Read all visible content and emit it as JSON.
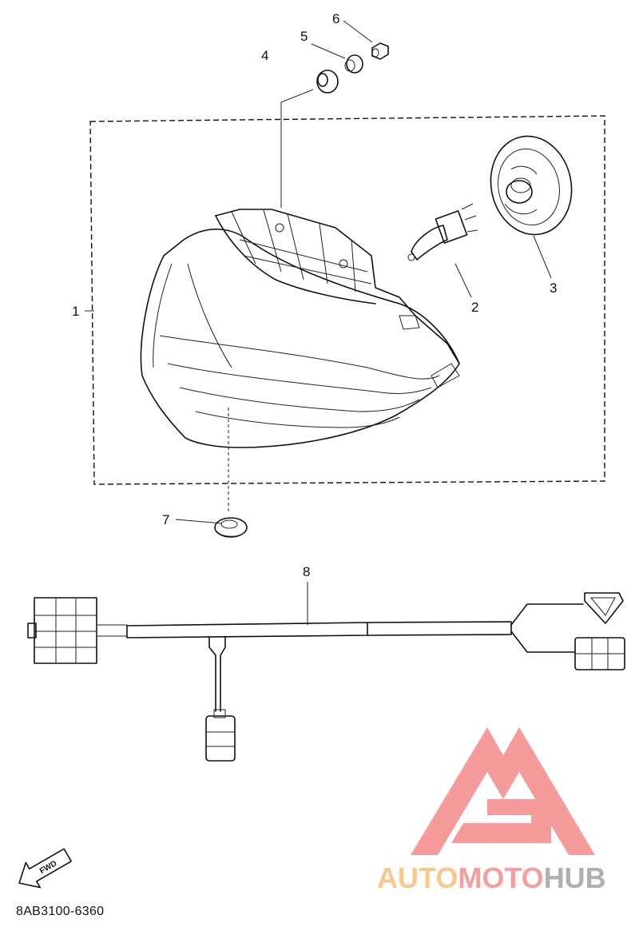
{
  "diagram": {
    "callouts": [
      {
        "id": "1",
        "label": "1"
      },
      {
        "id": "2",
        "label": "2"
      },
      {
        "id": "3",
        "label": "3"
      },
      {
        "id": "4",
        "label": "4"
      },
      {
        "id": "5",
        "label": "5"
      },
      {
        "id": "6",
        "label": "6"
      },
      {
        "id": "7",
        "label": "7"
      },
      {
        "id": "8",
        "label": "8"
      }
    ],
    "direction_arrow": "FWD",
    "part_code": "8AB3100-6360"
  },
  "watermark": {
    "brand_part1": "AUTO",
    "brand_part2": "MOTO",
    "brand_part3": "HUB",
    "colors": {
      "part1": "#f6c98c",
      "part2": "#f4a0a0",
      "part3": "#b0b0b0",
      "logo": "#f58a8a"
    }
  }
}
